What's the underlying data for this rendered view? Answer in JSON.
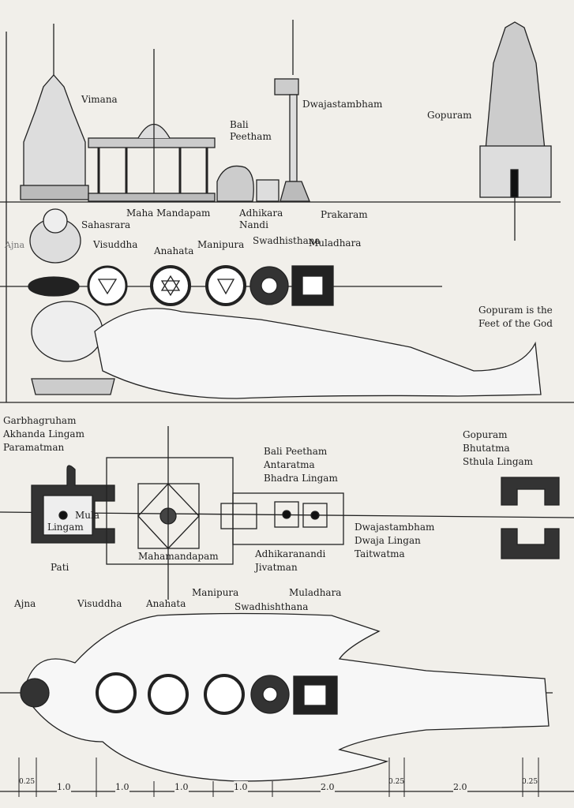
{
  "elevation": {
    "vimana": "Vimana",
    "dwajastambham": "Dwajastambham",
    "gopuram": "Gopuram",
    "bali_peetham": [
      "Bali",
      "Peetham"
    ],
    "maha_mandapam": "Maha Mandapam",
    "adhikara_nandi": [
      "Adhikara",
      "Nandi"
    ],
    "prakaram": "Prakaram"
  },
  "upper_chakras": {
    "sahasrara": "Sahasrara",
    "ajna": "Ajna",
    "visuddha": "Visuddha",
    "anahata": "Anahata",
    "manipura": "Manipura",
    "swadhisthana": "Swadhisthana",
    "muladhara": "Muladhara"
  },
  "feet_note": [
    "Gopuram is the",
    "Feet of the God"
  ],
  "plan": {
    "garbhagruham": [
      "Garbhagruham",
      "Akhanda Lingam",
      "Paramatman"
    ],
    "gopuram": [
      "Gopuram",
      "Bhutatma",
      "Sthula Lingam"
    ],
    "bali_peetham": [
      "Bali Peetham",
      "Antaratma",
      "Bhadra Lingam"
    ],
    "mula_lingam": [
      "Mula",
      "Lingam"
    ],
    "mahamandapam": "Mahamandapam",
    "adhikaranandi": [
      "Adhikaranandi",
      "Jivatman"
    ],
    "dwajastambham": [
      "Dwajastambham",
      "Dwaja Lingan",
      "Taitwatma"
    ],
    "pati": "Pati"
  },
  "lower_chakras": {
    "ajna": "Ajna",
    "visuddha": "Visuddha",
    "anahata": "Anahata",
    "manipura": "Manipura",
    "muladhara": "Muladhara",
    "swadhishthana": "Swadhishthana"
  },
  "scale": [
    "0.25",
    "1.0",
    "1.0",
    "1.0",
    "1.0",
    "2.0",
    "0.25",
    "2.0",
    "0.25"
  ]
}
